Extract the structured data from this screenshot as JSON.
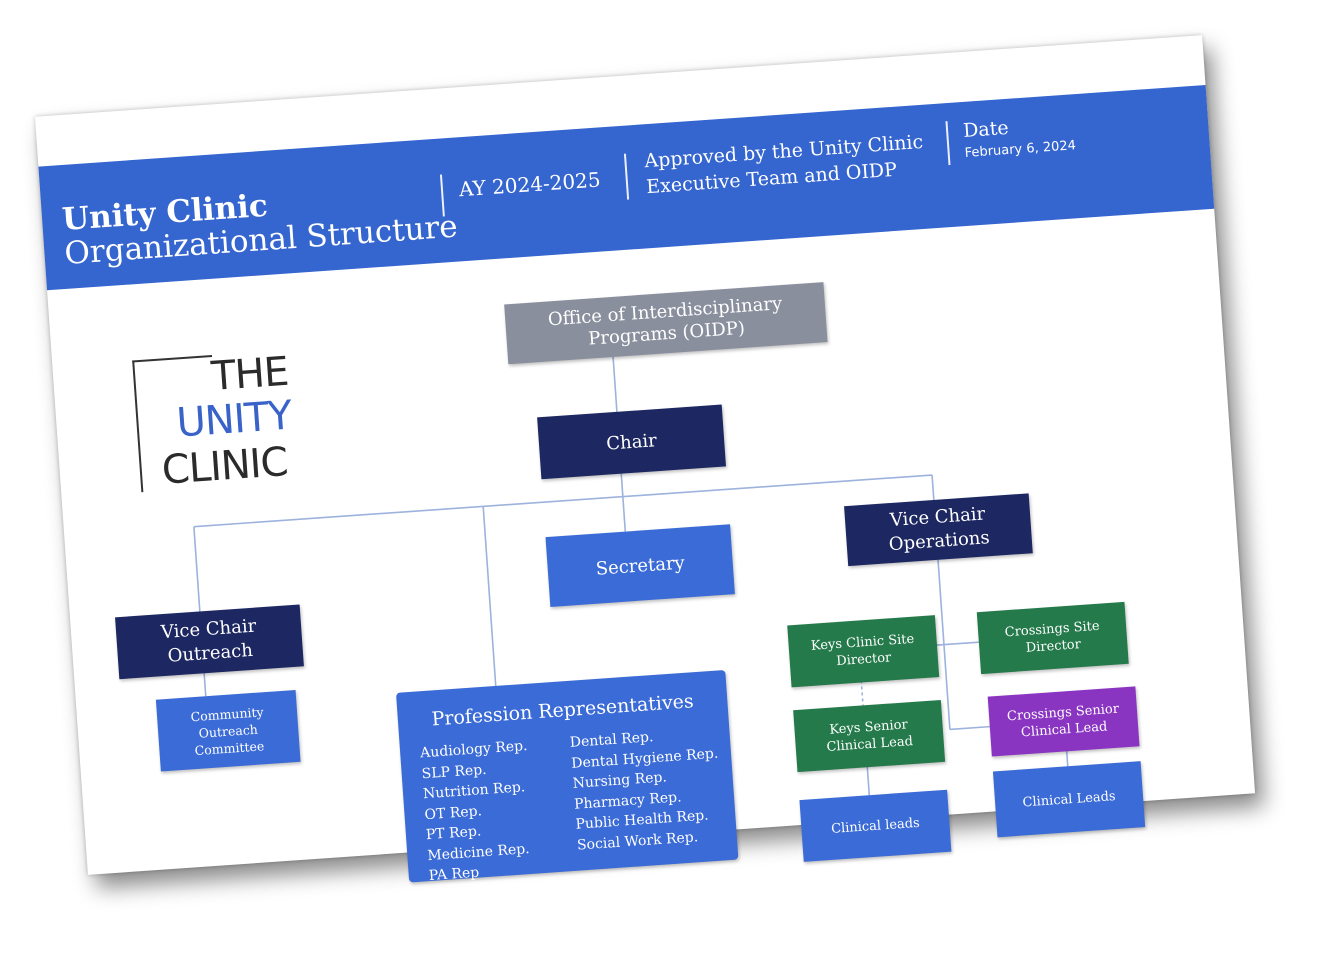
{
  "header": {
    "title_line1": "Unity Clinic",
    "title_line2": "Organizational Structure",
    "academic_year": "AY 2024-2025",
    "approved_line1": "Approved by the Unity Clinic",
    "approved_line2": "Executive Team and OIDP",
    "date_label": "Date",
    "date_value": "February 6, 2024"
  },
  "logo": {
    "line1": "THE",
    "line2": "UNITY",
    "line3": "CLINIC"
  },
  "colors": {
    "banner": "#3565cf",
    "navy": "#1d2761",
    "blue": "#3b6bd6",
    "gray": "#8a8f9e",
    "green": "#247a4a",
    "purple": "#8a35c2"
  },
  "org": {
    "oidp": "Office of Interdisciplinary Programs (OIDP)",
    "chair": "Chair",
    "secretary": "Secretary",
    "vice_chair_outreach": "Vice Chair Outreach",
    "vice_chair_operations": "Vice Chair Operations",
    "community_outreach": "Community Outreach Committee",
    "keys_site_director": "Keys Clinic Site Director",
    "crossings_site_director": "Crossings Site Director",
    "keys_senior_lead": "Keys Senior Clinical Lead",
    "crossings_senior_lead": "Crossings Senior Clinical Lead",
    "keys_clinical_leads": "Clinical leads",
    "crossings_clinical_leads": "Clinical Leads",
    "profession_reps": {
      "title": "Profession Representatives",
      "column1": [
        "Audiology Rep.",
        "SLP Rep.",
        "Nutrition Rep.",
        "OT Rep.",
        "PT Rep.",
        "Medicine Rep.",
        "PA Rep"
      ],
      "column2": [
        "Dental Rep.",
        "Dental Hygiene Rep.",
        "Nursing Rep.",
        "Pharmacy Rep.",
        "Public Health Rep.",
        "Social Work Rep."
      ]
    }
  }
}
